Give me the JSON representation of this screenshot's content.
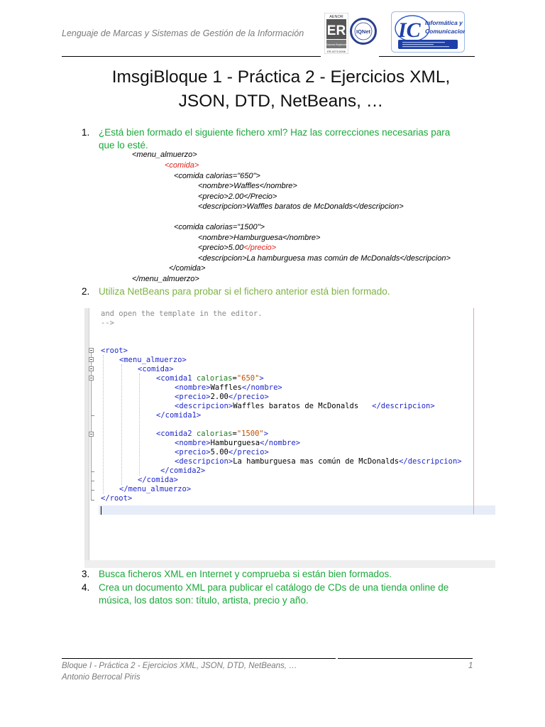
{
  "header": {
    "course": "Lenguaje de Marcas y Sistemas de Gestión de la Información",
    "aenor": {
      "brand": "AENOR",
      "seal": "ER",
      "caption": "Empresa Registrada",
      "code": "ER-0271/2006"
    },
    "iqnet": "IQNet",
    "ic_logo": {
      "brand": "IC",
      "line1": "Informática y",
      "line2": "Comunicaciones"
    }
  },
  "title": {
    "line1": "ImsgiBloque 1 - Práctica 2 - Ejercicios XML,",
    "line2": "JSON, DTD, NetBeans, …"
  },
  "exercises": [
    {
      "number": "1.",
      "text_line1": "¿Está bien formado el  siguiente fichero xml? Haz las correcciones necesarias para",
      "text_line2": "que lo esté."
    },
    {
      "number": "2.",
      "text": "Utiliza NetBeans para probar si el fichero anterior está bien formado."
    },
    {
      "number": "3.",
      "text": "Busca ficheros XML en Internet y comprueba si están bien formados."
    },
    {
      "number": "4.",
      "text_line1": "Crea un documento XML para publicar el catálogo de CDs de una tienda online de",
      "text_line2": "música, los datos son: título, artista, precio y año."
    }
  ],
  "xml_listing": [
    "<menu_almuerzo>",
    "<comida>",
    "<comida calorias=\"650\">",
    "<nombre>Waffles</nombre>",
    "<precio>2.00</Precio>",
    "<descripcion>Waffles baratos de McDonalds</descripcion>",
    "<comida calorias=\"1500\">",
    "<nombre>Hamburguesa</nombre>",
    "<precio>5.00",
    "</precio>",
    "<descripcion>La hamburguesa mas común de McDonalds</descripcion>",
    "</comida>",
    "</menu_almuerzo>"
  ],
  "editor": {
    "comment1": "and open the template in the editor.",
    "comment2": "-->",
    "root_open": "<root>",
    "menu_open": "<menu_almuerzo>",
    "comida_open": "<comida>",
    "c1_tag": "<comida1",
    "attr_name": "calorias",
    "eq": "=",
    "c1_val": "\"650\"",
    "gt": ">",
    "nombre_open": "<nombre>",
    "nombre_close": "</nombre>",
    "precio_open": "<precio>",
    "precio_close": "</precio>",
    "desc_open": "<descripcion>",
    "desc_close": "</descripcion>",
    "waffles": "Waffles",
    "waffles_price": "2.00",
    "waffles_desc": "Waffles baratos de McDonalds   ",
    "c1_close": "</comida1>",
    "c2_tag": "<comida2",
    "c2_val": "\"1500\"",
    "burger": "Hamburguesa",
    "burger_price": "5.00",
    "burger_desc": "La hamburguesa mas común de McDonalds",
    "c2_close": "</comida2>",
    "comida_close": "</comida>",
    "menu_close": "</menu_almuerzo>",
    "root_close": "</root>"
  },
  "footer": {
    "left_line1": "Bloque I - Práctica 2 - Ejercicios XML, JSON, DTD, NetBeans, …",
    "left_line2": "Antonio Berrocal Piris",
    "page": "1"
  }
}
